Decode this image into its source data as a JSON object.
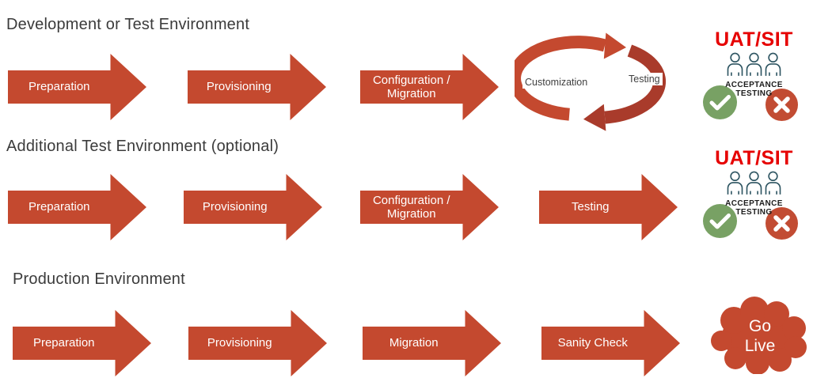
{
  "palette": {
    "arrow_red": "#C4492F",
    "cycle_bright_red": "#C4492F",
    "cycle_dark_red": "#A93B2B",
    "uat_title_red": "#E60000",
    "title_gray": "#3B3B3B",
    "check_green": "#78A164",
    "cross_red": "#C24C33",
    "people_outline": "#2E5562",
    "cloud_red": "#C4492F"
  },
  "rows": [
    {
      "title": "Development or Test Environment",
      "steps": [
        "Preparation",
        "Provisioning",
        "Configuration / Migration"
      ],
      "cycle": {
        "left_label": "Customization",
        "right_label": "Testing"
      },
      "uat": {
        "title": "UAT/SIT",
        "caption": [
          "ACCEPTANCE",
          "TESTING"
        ]
      }
    },
    {
      "title": "Additional Test Environment (optional)",
      "steps": [
        "Preparation",
        "Provisioning",
        "Configuration / Migration",
        "Testing"
      ],
      "uat": {
        "title": "UAT/SIT",
        "caption": [
          "ACCEPTANCE",
          "TESTING"
        ]
      }
    },
    {
      "title": "Production Environment",
      "steps": [
        "Preparation",
        "Provisioning",
        "Migration",
        "Sanity Check"
      ],
      "cloud": {
        "line1": "Go",
        "line2": "Live"
      }
    }
  ]
}
